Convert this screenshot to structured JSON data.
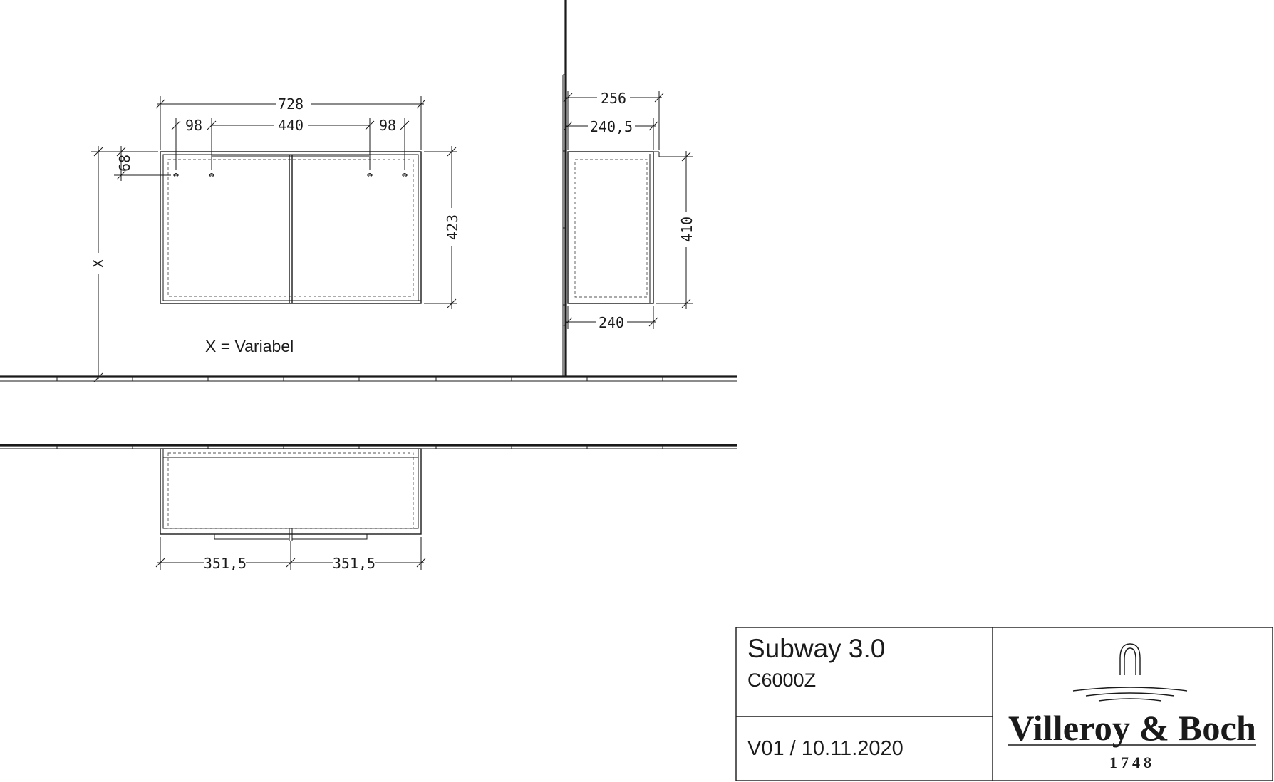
{
  "dimensions": {
    "front_width": "728",
    "front_left_offset": "98",
    "front_center": "440",
    "front_right_offset": "98",
    "front_top_offset": "68",
    "front_height": "423",
    "front_variable": "X",
    "side_depth_total": "256",
    "side_depth_inner": "240,5",
    "side_depth_bottom": "240",
    "side_height": "410",
    "plan_left": "351,5",
    "plan_right": "351,5"
  },
  "note": "X = Variabel",
  "title_block": {
    "product_name": "Subway 3.0",
    "product_code": "C6000Z",
    "version": "V01 / 10.11.2020",
    "brand_name": "Villeroy & Boch",
    "brand_year": "1748"
  },
  "icons": {
    "logo": "villeroy-boch-fountain-logo"
  }
}
